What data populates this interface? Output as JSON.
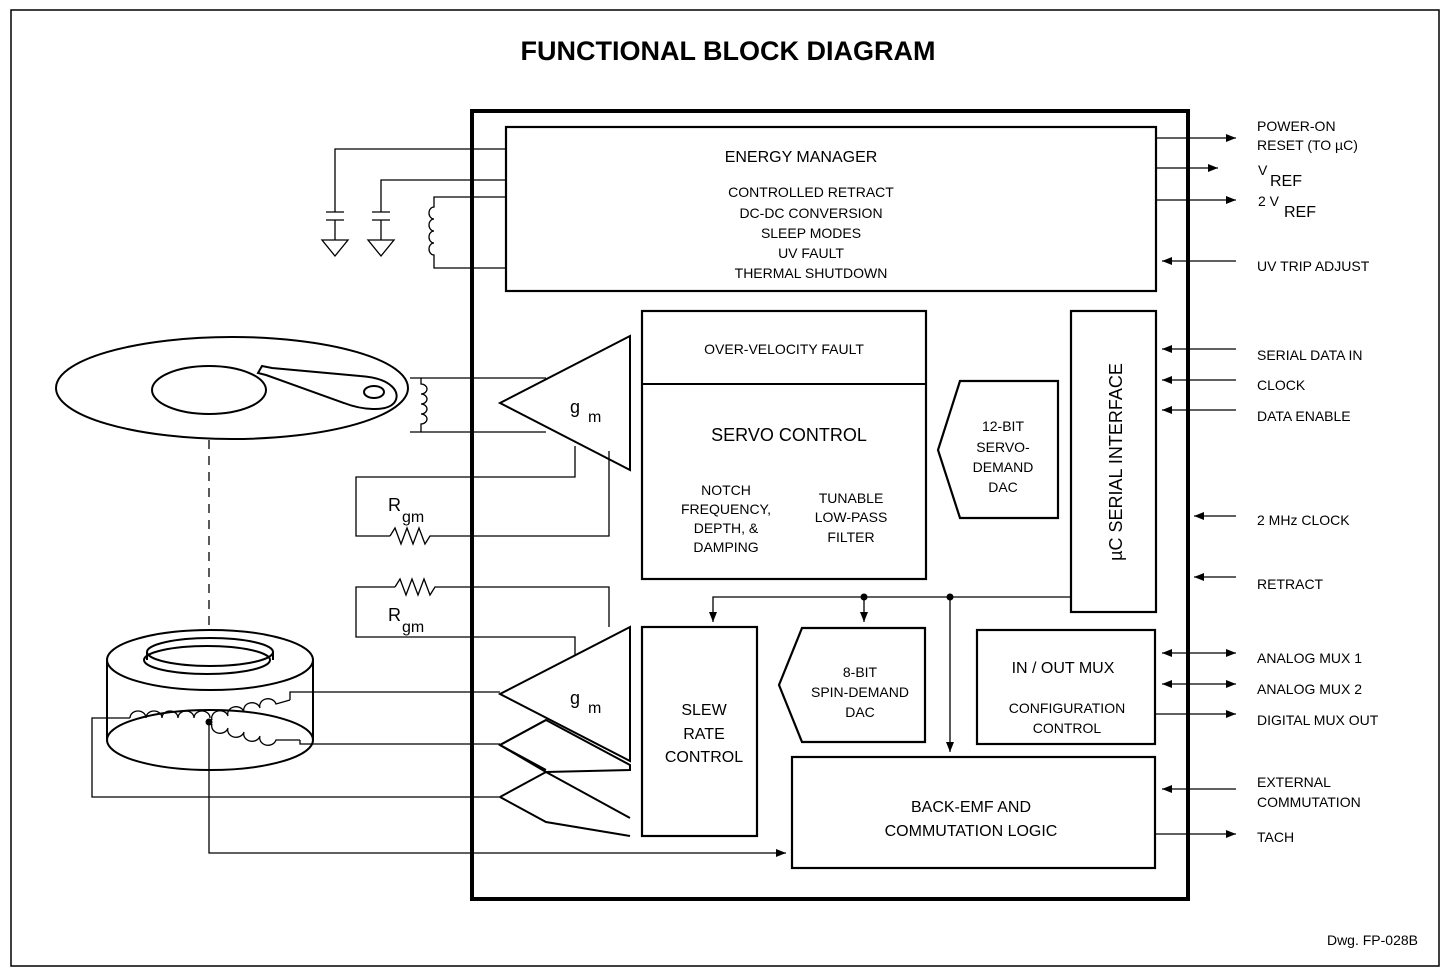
{
  "title": "FUNCTIONAL BLOCK DIAGRAM",
  "drawing_number": "Dwg. FP-028B",
  "blocks": {
    "energy_manager": {
      "title": "ENERGY MANAGER",
      "lines": [
        "CONTROLLED RETRACT",
        "DC-DC CONVERSION",
        "SLEEP MODES",
        "UV FAULT",
        "THERMAL SHUTDOWN"
      ]
    },
    "over_velocity": "OVER-VELOCITY FAULT",
    "servo_control": {
      "title": "SERVO CONTROL",
      "left": [
        "NOTCH",
        "FREQUENCY,",
        "DEPTH, &",
        "DAMPING"
      ],
      "right": [
        "TUNABLE",
        "LOW-PASS",
        "FILTER"
      ]
    },
    "servo_dac": [
      "12-BIT",
      "SERVO-",
      "DEMAND",
      "DAC"
    ],
    "serial_interface": "µC SERIAL INTERFACE",
    "slew_rate": [
      "SLEW",
      "RATE",
      "CONTROL"
    ],
    "spin_dac": [
      "8-BIT",
      "SPIN-DEMAND",
      "DAC"
    ],
    "io_mux": {
      "title": "IN / OUT MUX",
      "lines": [
        "CONFIGURATION",
        "CONTROL"
      ]
    },
    "back_emf": [
      "BACK-EMF AND",
      "COMMUTATION LOGIC"
    ]
  },
  "amplifiers": {
    "gm_main": "g",
    "gm_sub": "m"
  },
  "resistors": {
    "r_main": "R",
    "r_sub": "gm"
  },
  "pins": {
    "power_on_reset": [
      "POWER-ON",
      "RESET (TO µC)"
    ],
    "vref": {
      "main": "V",
      "sub": "REF"
    },
    "vref2": {
      "main": "2 V",
      "sub": "REF"
    },
    "uv_trip_adjust": "UV TRIP ADJUST",
    "serial_data_in": "SERIAL DATA  IN",
    "clock": "CLOCK",
    "data_enable": "DATA ENABLE",
    "clock_2mhz": "2 MHz CLOCK",
    "retract": "RETRACT",
    "analog_mux_1": "ANALOG MUX 1",
    "analog_mux_2": "ANALOG MUX 2",
    "digital_mux_out": "DIGITAL MUX OUT",
    "external_commutation": [
      "EXTERNAL",
      "COMMUTATION"
    ],
    "tach": "TACH"
  }
}
